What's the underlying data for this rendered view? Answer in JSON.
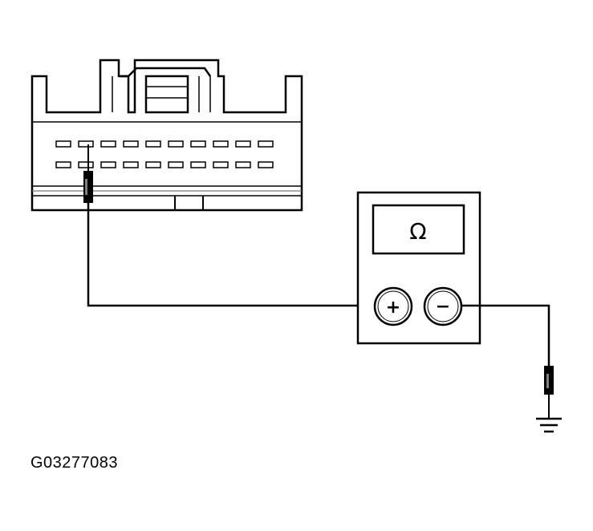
{
  "figure_id": "G03277083",
  "meter": {
    "display_symbol": "Ω",
    "positive_symbol": "+",
    "negative_symbol": "−"
  },
  "connector": {
    "pin_rows": 2,
    "pins_per_row": 10,
    "probed_pin": "row 2, pin 2"
  },
  "icons": [
    "connector-icon",
    "multimeter-icon",
    "probe-icon",
    "ground-icon"
  ]
}
